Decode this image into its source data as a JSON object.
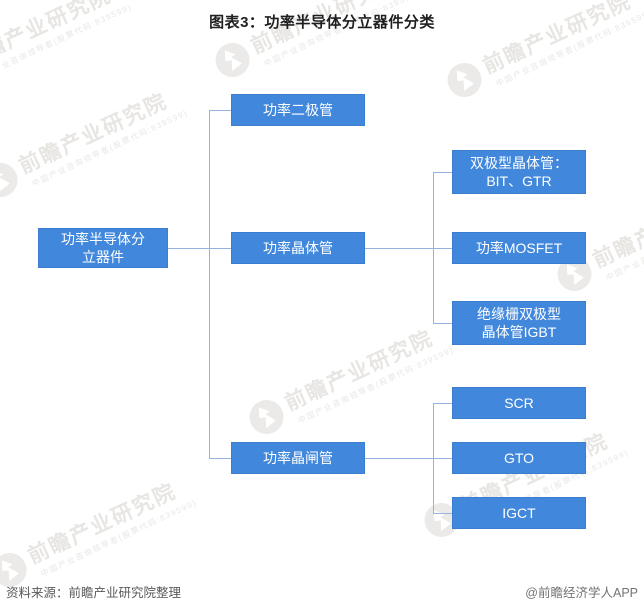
{
  "title": "图表3：功率半导体分立器件分类",
  "tree": {
    "root": {
      "label": "功率半导体分\n立器件"
    },
    "children": [
      {
        "label": "功率二极管",
        "children": []
      },
      {
        "label": "功率晶体管",
        "children": [
          {
            "label": "双极型晶体管：\nBIT、GTR"
          },
          {
            "label": "功率MOSFET"
          },
          {
            "label": "绝缘栅双极型\n晶体管IGBT"
          }
        ]
      },
      {
        "label": "功率晶闸管",
        "children": [
          {
            "label": "SCR"
          },
          {
            "label": "GTO"
          },
          {
            "label": "IGCT"
          }
        ]
      }
    ]
  },
  "watermark": {
    "big": "前瞻产业研究院",
    "small": "中国产业咨询领导者(股票代码:839599)"
  },
  "footer": {
    "source": "资料来源：前瞻产业研究院整理",
    "credit": "@前瞻经济学人APP"
  },
  "colors": {
    "node_fill": "#4187DB",
    "node_border": "#3B7ED0",
    "connector": "#96B3DF",
    "watermark": "#E8E6E3",
    "title_text": "#1F1F1F",
    "footer_text": "#595959"
  }
}
